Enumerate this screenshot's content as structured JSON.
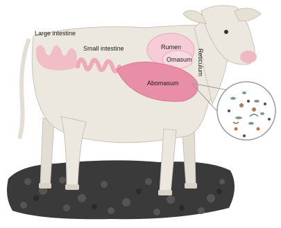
{
  "labels": {
    "large_intestine": "Large intestine",
    "small_intestine": "Small intestine",
    "rumen": "Rumen",
    "omasum": "Omasum",
    "reticulum": "Reticulum",
    "abomasum": "Abomasum"
  },
  "colors": {
    "background": "#ffffff",
    "calf_body": "#ece8df",
    "calf_outline": "#c9c3b6",
    "organ_pink": "#f2b6c4",
    "abomasum_pink": "#e88ea6",
    "bedding": "#3a3a3a",
    "microbe_circle_border": "#9a9a9a"
  }
}
